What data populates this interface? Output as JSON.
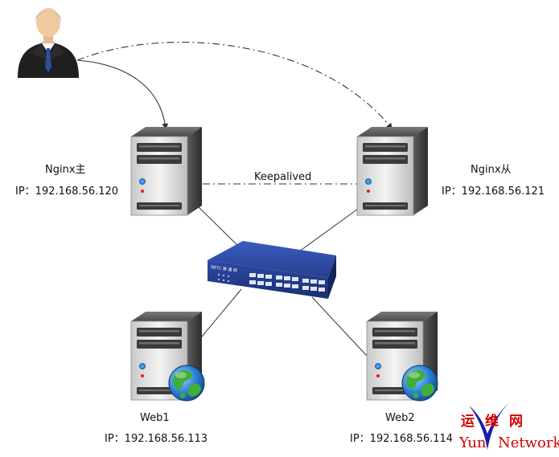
{
  "nodes": {
    "nginx_master": {
      "name": "Nginx主",
      "ip": "IP：192.168.56.120"
    },
    "nginx_backup": {
      "name": "Nginx从",
      "ip": "IP：192.168.56.121"
    },
    "web1": {
      "name": "Web1",
      "ip": "IP：192.168.56.113"
    },
    "web2": {
      "name": "Web2",
      "ip": "IP：192.168.56.114"
    }
  },
  "links": {
    "keepalived_label": "Keepalived"
  },
  "switch": {
    "brand_text": "NETC 普 通 网"
  },
  "watermark": {
    "cn_1": "运",
    "cn_2": "维",
    "cn_3": "网",
    "en_1": "Yun",
    "en_2": "Network"
  },
  "colors": {
    "server_body": "#4a4a4a",
    "switch_blue": "#27408b",
    "watermark_red": "#d40000",
    "watermark_blue": "#1a1aa8",
    "globe_blue": "#2a7fd4",
    "globe_green": "#3fae3a"
  }
}
